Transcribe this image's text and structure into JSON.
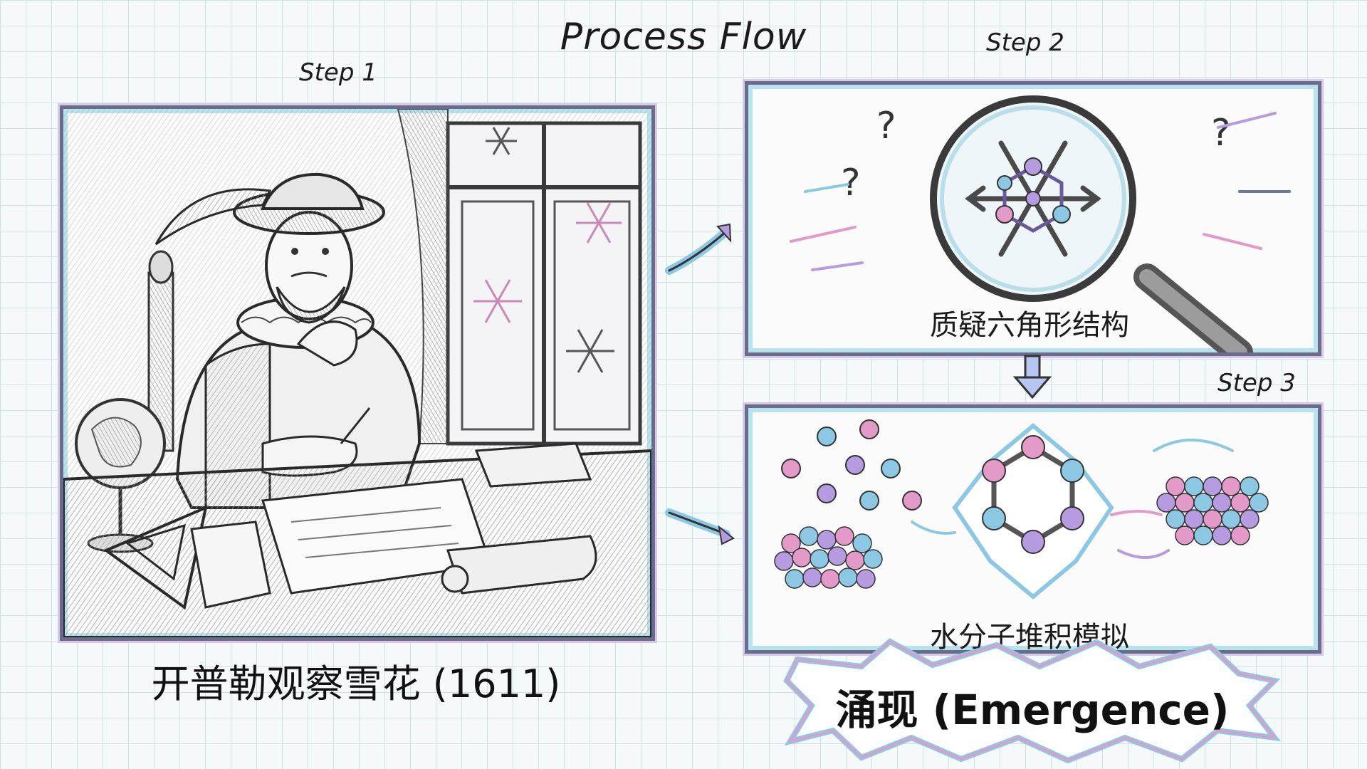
{
  "title": "Process Flow",
  "steps": [
    {
      "label": "Step 1",
      "caption": "开普勒观察雪花 (1611)"
    },
    {
      "label": "Step 2",
      "caption": "质疑六角形结构"
    },
    {
      "label": "Step 3",
      "caption": "水分子堆积模拟"
    }
  ],
  "result": {
    "label": "涌现 (Emergence)"
  },
  "colors": {
    "accent_pink": "#e39ac9",
    "accent_blue": "#8cc8e3",
    "accent_purple": "#b79be0",
    "ink": "#2a2a2a"
  }
}
